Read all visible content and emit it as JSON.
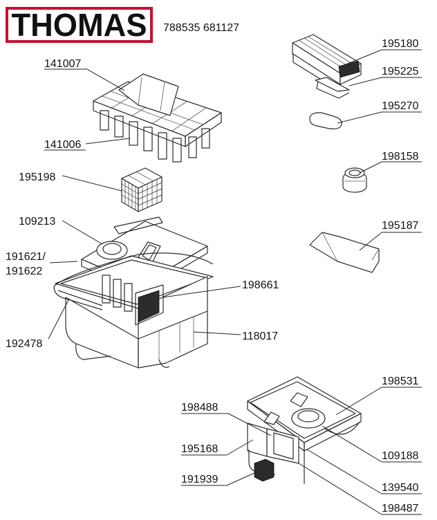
{
  "header": {
    "brand": "THOMAS",
    "model_numbers": "788535 681127"
  },
  "parts": [
    {
      "number": "141007"
    },
    {
      "number": "141006"
    },
    {
      "number": "195198"
    },
    {
      "number": "109213"
    },
    {
      "number": "191621/"
    },
    {
      "number": "191622"
    },
    {
      "number": "198661"
    },
    {
      "number": "192478"
    },
    {
      "number": "118017"
    },
    {
      "number": "195180"
    },
    {
      "number": "195225"
    },
    {
      "number": "195270"
    },
    {
      "number": "198158"
    },
    {
      "number": "195187"
    },
    {
      "number": "198531"
    },
    {
      "number": "198488"
    },
    {
      "number": "195168"
    },
    {
      "number": "191939"
    },
    {
      "number": "109188"
    },
    {
      "number": "139540"
    },
    {
      "number": "198487"
    }
  ]
}
